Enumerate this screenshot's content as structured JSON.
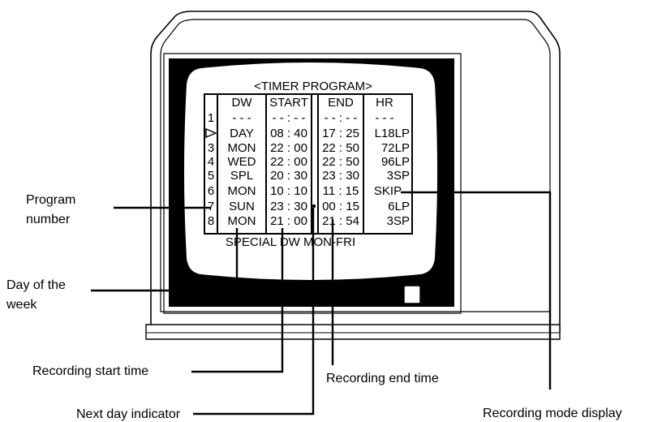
{
  "screen": {
    "title": "<TIMER PROGRAM>",
    "headers": {
      "dw": "DW",
      "start": "START",
      "end": "END",
      "hr": "HR"
    },
    "rows": [
      {
        "num": "1",
        "dw": "- - -",
        "start": "- - : - -",
        "end": "- - : - -",
        "hr": "- - -"
      },
      {
        "num": "",
        "dw": "DAY",
        "start": "08 : 40",
        "end": "17 : 25",
        "hr": "L18LP"
      },
      {
        "num": "3",
        "dw": "MON",
        "start": "22 : 00",
        "end": "22 : 50",
        "hr": "72LP"
      },
      {
        "num": "4",
        "dw": "WED",
        "start": "22 : 00",
        "end": "22 : 50",
        "hr": "96LP"
      },
      {
        "num": "5",
        "dw": "SPL",
        "start": "20 : 30",
        "end": "23 : 30",
        "hr": "3SP"
      },
      {
        "num": "6",
        "dw": "MON",
        "start": "10 : 10",
        "end": "11 : 15",
        "hr": "SKIP"
      },
      {
        "num": "7",
        "dw": "SUN",
        "start": "23 : 30",
        "end": "00 : 15",
        "hr": "6LP"
      },
      {
        "num": "8",
        "dw": "MON",
        "start": "21 : 00",
        "end": "21 : 54",
        "hr": "3SP"
      }
    ],
    "footer": "SPECIAL DW MON-FRI"
  },
  "callouts": {
    "program_number": [
      "Program",
      "number"
    ],
    "day_of_week": [
      "Day of the",
      "week"
    ],
    "start_time": "Recording start time",
    "next_day": "Next day indicator",
    "end_time": "Recording end time",
    "mode_display": "Recording mode display"
  },
  "icons": {
    "cursor": "cursor-triangle-icon"
  }
}
